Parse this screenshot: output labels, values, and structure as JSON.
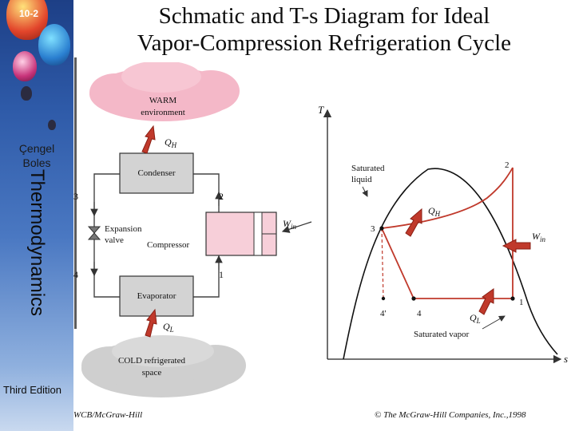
{
  "slide": {
    "number": "10-2",
    "title_line1": "Schmatic and T-s Diagram for Ideal",
    "title_line2": "Vapor-Compression Refrigeration Cycle"
  },
  "sidebar": {
    "author_line1": "Çengel",
    "author_line2": "Boles",
    "series": "Thermodynamics",
    "edition": "Third Edition"
  },
  "schematic": {
    "warm_line1": "WARM",
    "warm_line2": "environment",
    "cold_line1": "COLD refrigerated",
    "cold_line2": "space",
    "condenser": "Condenser",
    "evaporator": "Evaporator",
    "expansion_line1": "Expansion",
    "expansion_line2": "valve",
    "compressor": "Compressor",
    "qh": "Q",
    "qh_sub": "H",
    "ql": "Q",
    "ql_sub": "L",
    "win": "W",
    "win_sub": "in",
    "state1": "1",
    "state2": "2",
    "state3": "3",
    "state4": "4"
  },
  "ts_diagram": {
    "axis_t": "T",
    "axis_s": "s",
    "sat_liquid_line1": "Saturated",
    "sat_liquid_line2": "liquid",
    "sat_vapor": "Saturated vapor",
    "qh": "Q",
    "qh_sub": "H",
    "ql": "Q",
    "ql_sub": "L",
    "win": "W",
    "win_sub": "in",
    "state1": "1",
    "state2": "2",
    "state3": "3",
    "state4": "4",
    "state4p": "4'"
  },
  "footer": {
    "publisher_short": "WCB/McGraw-Hill",
    "copyright": "© The McGraw-Hill Companies, Inc.,1998"
  },
  "colors": {
    "cycle": "#c0392b",
    "warm_cloud": "#f4b8c8",
    "cold_cloud": "#cfcfcf",
    "sidebar": "#2e5aa8"
  }
}
